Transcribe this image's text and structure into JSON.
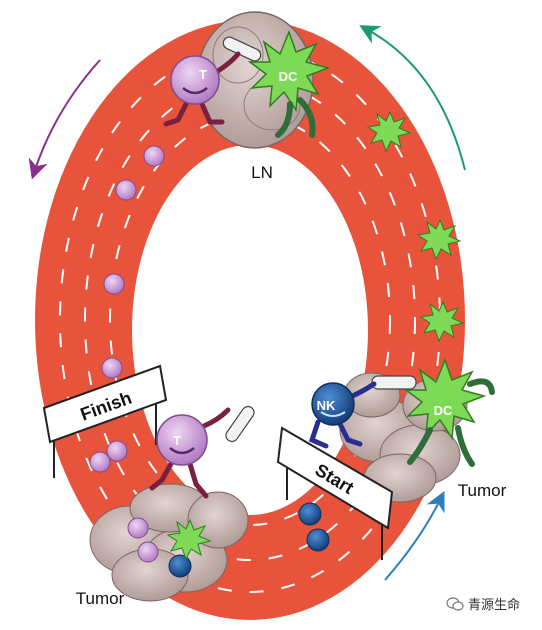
{
  "labels": {
    "ln": "LN",
    "tumor_right": "Tumor",
    "tumor_left": "Tumor",
    "start": "Start",
    "finish": "Finish",
    "t_cell_top": "T",
    "t_cell_bottom": "T",
    "dc_top": "DC",
    "dc_right": "DC",
    "nk": "NK"
  },
  "watermark": "青源生命",
  "colors": {
    "track": "#e8533c",
    "lane_dash": "#ffffff",
    "t_cell": "#c997d6",
    "dc": "#7ed957",
    "nk": "#1f5fa8",
    "tissue": "#c9b8b5",
    "arrow_purple": "#8b2f8f",
    "arrow_green": "#1a9b6a",
    "arrow_blue": "#2b7fbd"
  }
}
